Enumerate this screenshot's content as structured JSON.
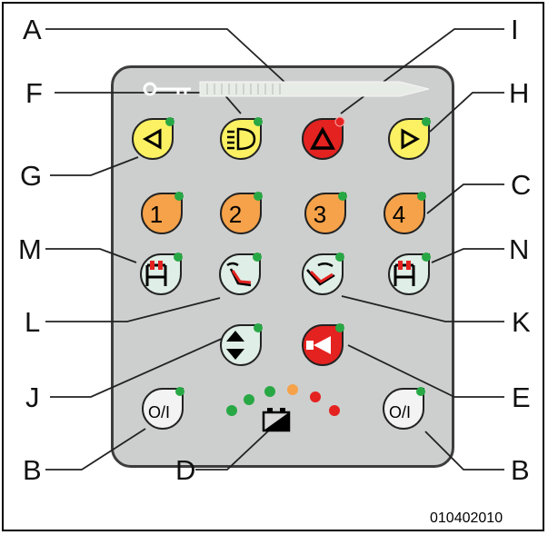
{
  "figure_id": "010402010",
  "labels": {
    "A": "A",
    "B": "B",
    "C": "C",
    "D": "D",
    "E": "E",
    "F": "F",
    "G": "G",
    "H": "H",
    "I": "I",
    "J": "J",
    "K": "K",
    "L": "L",
    "M": "M",
    "N": "N"
  },
  "buttons": {
    "numbers": [
      "1",
      "2",
      "3",
      "4"
    ],
    "on_off": "O/I"
  },
  "colors": {
    "panel": "#cdcfce",
    "yellow": "#fbf162",
    "orange": "#f5a24a",
    "red": "#e42220",
    "green_led": "#28a845",
    "white_button": "#f3f3f3"
  },
  "icons": [
    "key-icon",
    "left-turn-signal-icon",
    "headlight-icon",
    "hazard-warning-icon",
    "right-turn-signal-icon",
    "seat-icon",
    "seat-recline-icon",
    "seat-tilt-icon",
    "up-down-arrow-icon",
    "horn-icon",
    "battery-icon"
  ]
}
